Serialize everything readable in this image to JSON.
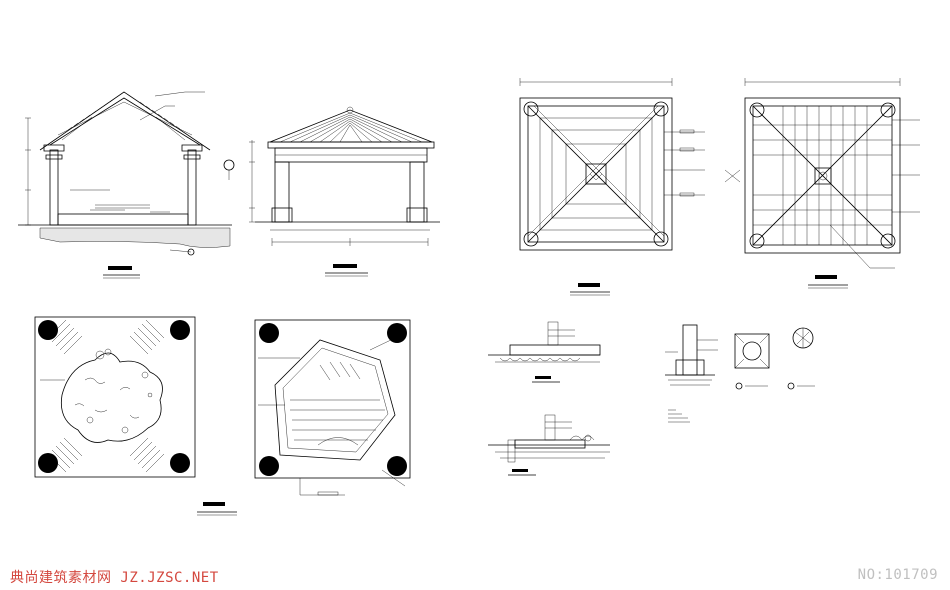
{
  "watermark": {
    "site_label": "典尚建筑素材网 JZ.JZSC.NET",
    "number_label": "NO:101709"
  },
  "colors": {
    "background": "#ffffff",
    "line": "#000000",
    "watermark_left": "#d4483f",
    "watermark_right": "#c0c0c0"
  },
  "drawings": [
    {
      "id": "pavilion-section",
      "kind": "section"
    },
    {
      "id": "pavilion-elevation",
      "kind": "elevation"
    },
    {
      "id": "roof-plan",
      "kind": "plan"
    },
    {
      "id": "framing-plan",
      "kind": "plan"
    },
    {
      "id": "planting-plan",
      "kind": "plan"
    },
    {
      "id": "paving-plan",
      "kind": "plan"
    },
    {
      "id": "path-section-1",
      "kind": "detail"
    },
    {
      "id": "path-section-2",
      "kind": "detail"
    },
    {
      "id": "column-details",
      "kind": "detail"
    }
  ]
}
